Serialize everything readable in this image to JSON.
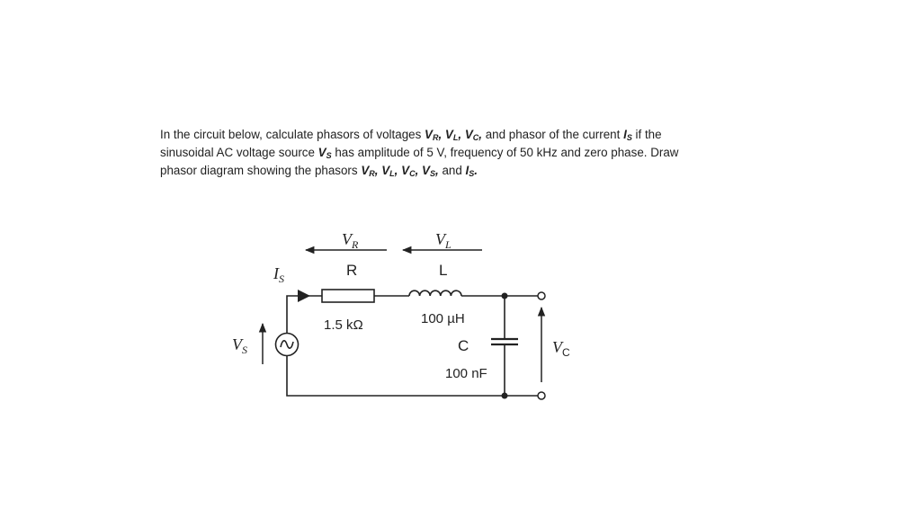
{
  "problem": {
    "segments": [
      {
        "t": "In the circuit below, calculate phasors of voltages "
      },
      {
        "v": "V",
        "s": "R",
        "p": ","
      },
      {
        "t": " "
      },
      {
        "v": "V",
        "s": "L",
        "p": ","
      },
      {
        "t": " "
      },
      {
        "v": "V",
        "s": "C",
        "p": ","
      },
      {
        "t": " and phasor of the current "
      },
      {
        "v": "I",
        "s": "S"
      },
      {
        "t": " if the",
        "br": true
      },
      {
        "t": "sinusoidal AC voltage source "
      },
      {
        "v": "V",
        "s": "S"
      },
      {
        "t": " has amplitude of 5 V, frequency of 50 kHz and zero phase. Draw",
        "br": true
      },
      {
        "t": "phasor diagram showing the phasors "
      },
      {
        "v": "V",
        "s": "R",
        "p": ","
      },
      {
        "t": " "
      },
      {
        "v": "V",
        "s": "L",
        "p": ","
      },
      {
        "t": " "
      },
      {
        "v": "V",
        "s": "C",
        "p": ","
      },
      {
        "t": " "
      },
      {
        "v": "V",
        "s": "S",
        "p": ","
      },
      {
        "t": " and "
      },
      {
        "v": "I",
        "s": "S",
        "p": "."
      }
    ]
  },
  "circuit": {
    "vr_label": {
      "main": "V",
      "sub": "R"
    },
    "vl_label": {
      "main": "V",
      "sub": "L"
    },
    "is_label": {
      "main": "I",
      "sub": "S"
    },
    "vs_label": {
      "main": "V",
      "sub": "S"
    },
    "vc_label": {
      "main": "V",
      "sub": "C"
    },
    "r_name": "R",
    "r_value": "1.5 kΩ",
    "l_name": "L",
    "l_value": "100 µH",
    "c_name": "C",
    "c_value": "100 nF"
  }
}
